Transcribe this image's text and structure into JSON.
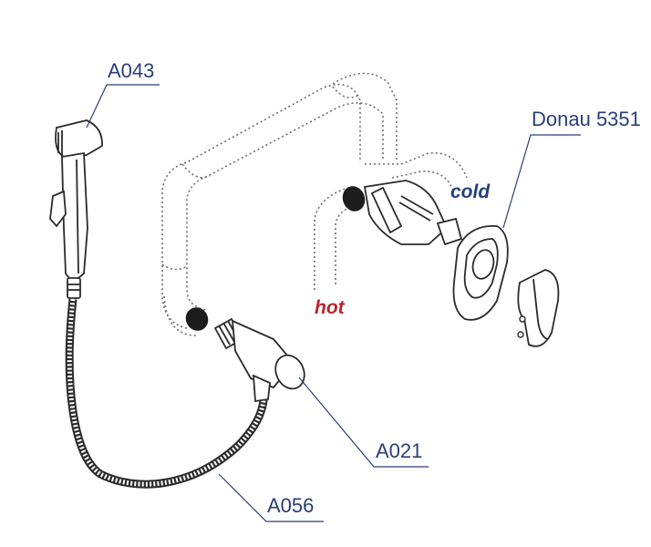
{
  "callouts": {
    "sprayer": "A043",
    "valve": "A021",
    "hose": "A056",
    "mixer": "Donau 5351"
  },
  "labels": {
    "hot": "hot",
    "cold": "cold"
  },
  "colors": {
    "callout_text": "#2a3f78",
    "hot_text": "#b8252b",
    "cold_text": "#23407e",
    "line": "#2b2b2b"
  }
}
